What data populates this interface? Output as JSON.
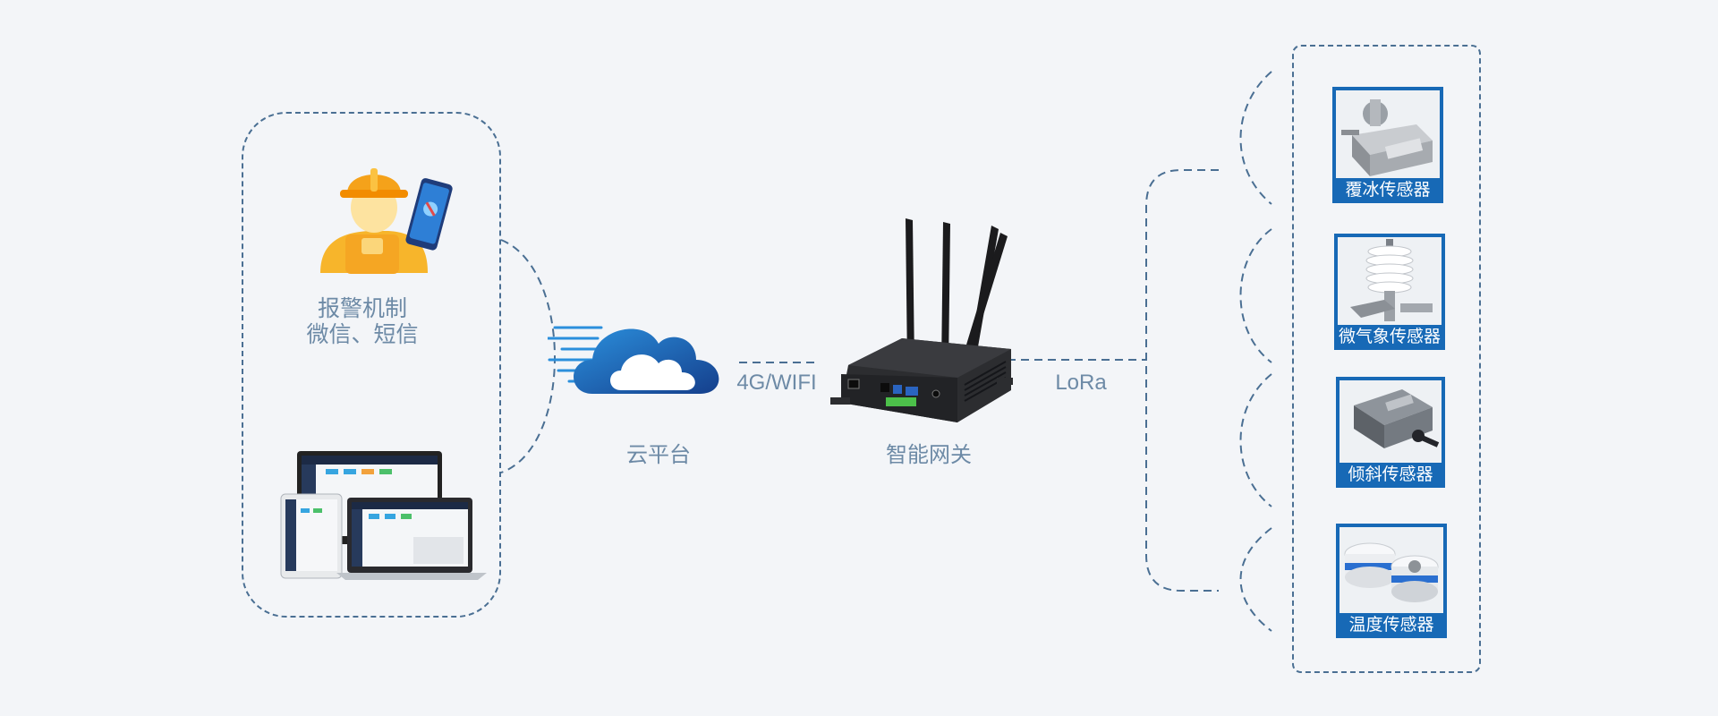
{
  "alarm": {
    "line1": "报警机制",
    "line2": "微信、短信"
  },
  "cloud": {
    "label": "云平台"
  },
  "links": {
    "uplink": "4G/WIFI",
    "downlink": "LoRa"
  },
  "gateway": {
    "label": "智能网关"
  },
  "sensors": [
    {
      "label": "覆冰传感器",
      "icon": "ice-sensor-icon"
    },
    {
      "label": "微气象传感器",
      "icon": "weather-sensor-icon"
    },
    {
      "label": "倾斜传感器",
      "icon": "tilt-sensor-icon"
    },
    {
      "label": "温度传感器",
      "icon": "temperature-sensor-icon"
    }
  ],
  "colors": {
    "background": "#f3f5f8",
    "dashed_line": "#4a6f93",
    "label_text": "#6d8aa6",
    "sensor_card": "#1769b6",
    "cloud_blue": "#1a5fae",
    "helmet_yellow": "#f7b52b"
  }
}
